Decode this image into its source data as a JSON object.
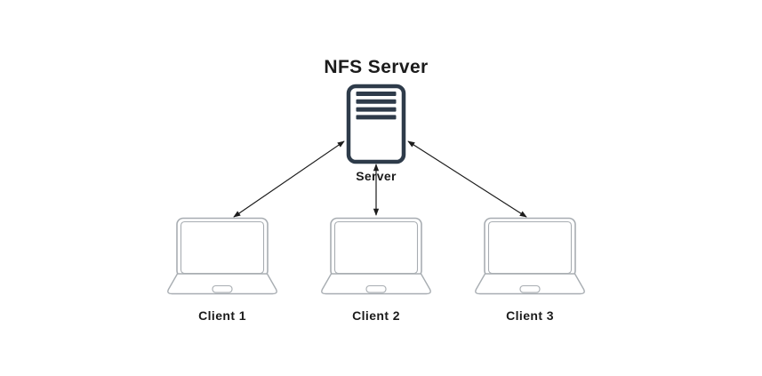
{
  "diagram": {
    "title": "NFS Server",
    "server": {
      "label": "Server"
    },
    "clients": [
      {
        "label": "Client 1"
      },
      {
        "label": "Client 2"
      },
      {
        "label": "Client 3"
      }
    ],
    "connections": [
      {
        "from": "Server",
        "to": "Client 1",
        "style": "bidirectional-arrow"
      },
      {
        "from": "Server",
        "to": "Client 2",
        "style": "bidirectional-arrow"
      },
      {
        "from": "Server",
        "to": "Client 3",
        "style": "bidirectional-arrow"
      }
    ],
    "colors": {
      "background": "#ffffff",
      "server_outline": "#2e3b4a",
      "laptop_outline": "#a8adb2",
      "arrow": "#1c1c1c",
      "text": "#1b1b1b"
    }
  }
}
